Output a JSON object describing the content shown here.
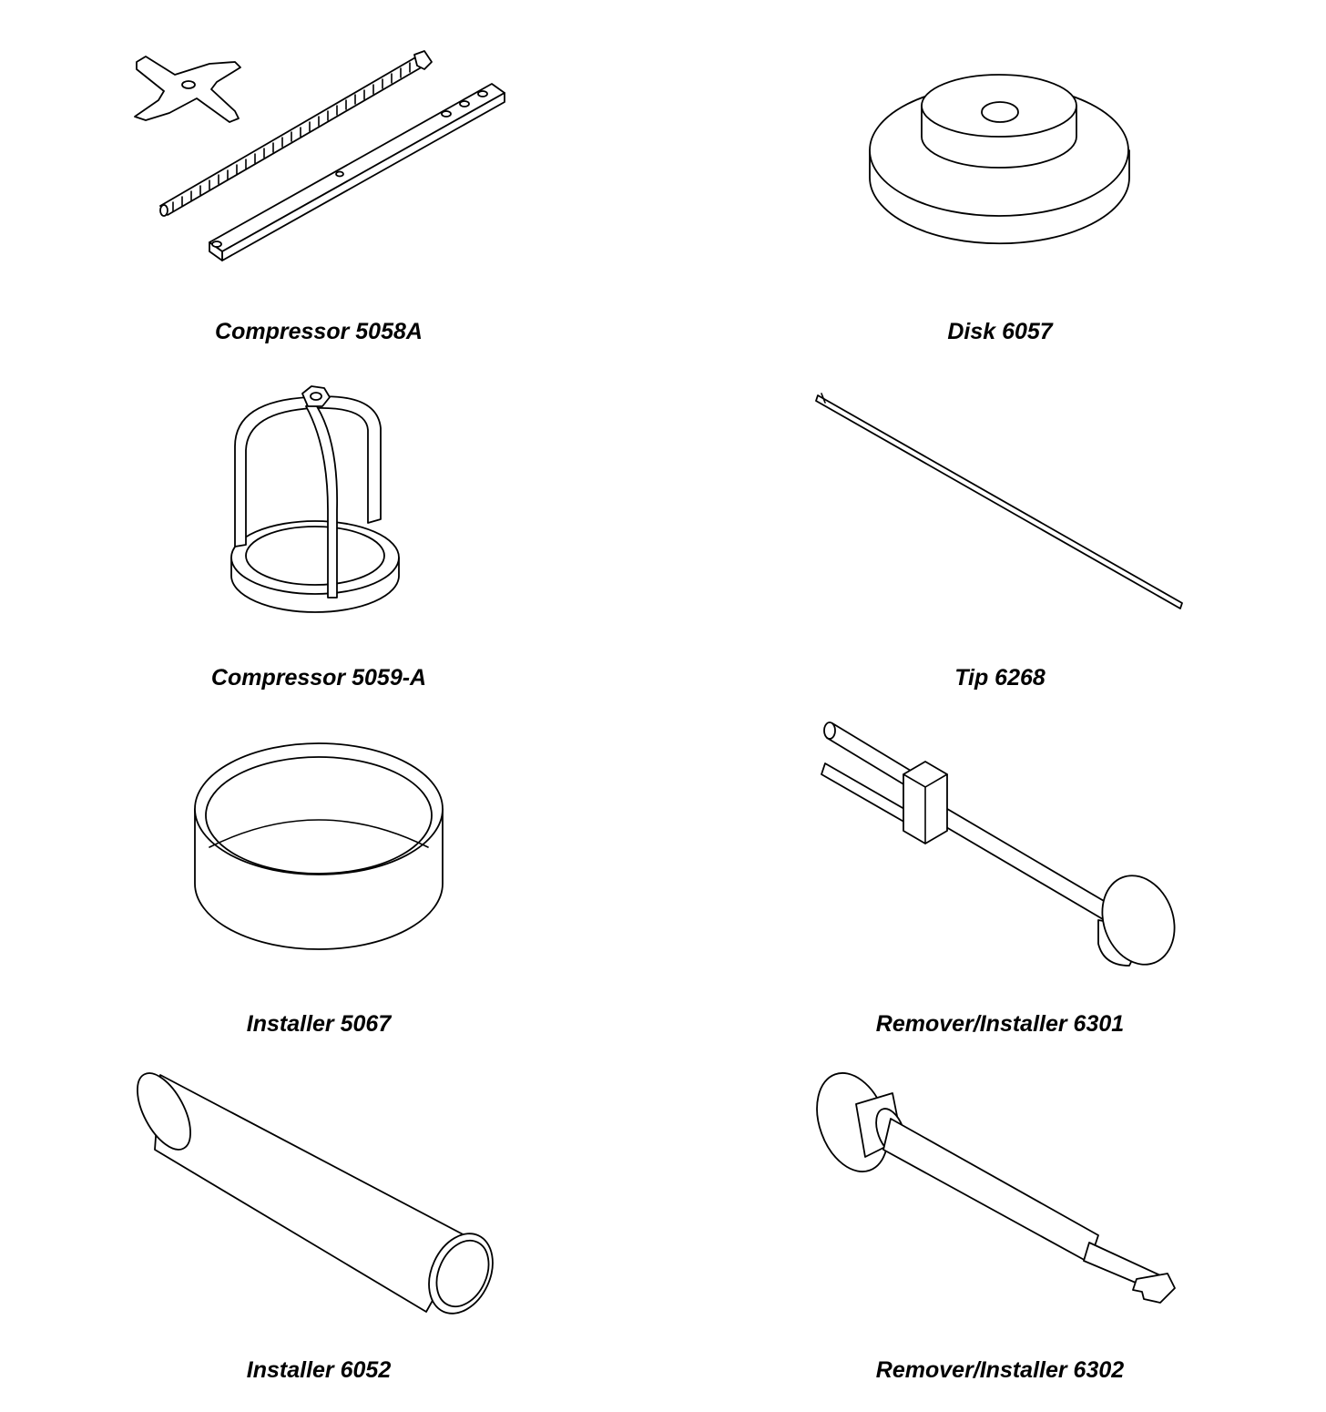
{
  "tools": [
    {
      "id": "compressor-5058a",
      "label": "Compressor 5058A"
    },
    {
      "id": "disk-6057",
      "label": "Disk 6057"
    },
    {
      "id": "compressor-5059-a",
      "label": "Compressor 5059-A"
    },
    {
      "id": "tip-6268",
      "label": "Tip 6268"
    },
    {
      "id": "installer-5067",
      "label": "Installer 5067"
    },
    {
      "id": "remover-installer-6301",
      "label": "Remover/Installer 6301"
    },
    {
      "id": "installer-6052",
      "label": "Installer 6052"
    },
    {
      "id": "remover-installer-6302",
      "label": "Remover/Installer 6302"
    }
  ]
}
